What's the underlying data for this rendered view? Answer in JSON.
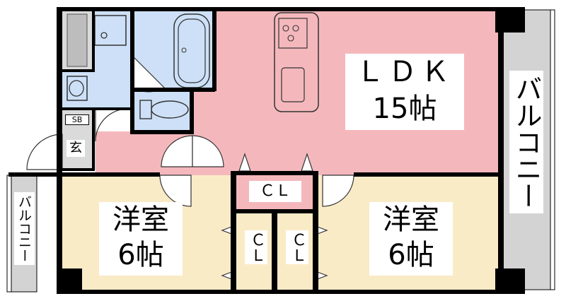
{
  "rooms": {
    "ldk": {
      "name": "ＬＤＫ",
      "size": "15帖"
    },
    "western_left": {
      "name": "洋室",
      "size": "6帖"
    },
    "western_right": {
      "name": "洋室",
      "size": "6帖"
    }
  },
  "closets": {
    "cl_top": "ＣＬ",
    "cl_mid_left": "ＣＬ",
    "cl_mid_right": "ＣＬ"
  },
  "balconies": {
    "right": "バルコニー",
    "left": "バルコニー"
  },
  "entrance": {
    "label": "玄",
    "shoe_box": "SB"
  },
  "colors": {
    "ldk": "#f4b8bc",
    "western": "#faebc7",
    "wet_area": "#cde0f7",
    "entrance": "#dadada",
    "balcony": "#d3d3d3",
    "wall": "#000000"
  }
}
